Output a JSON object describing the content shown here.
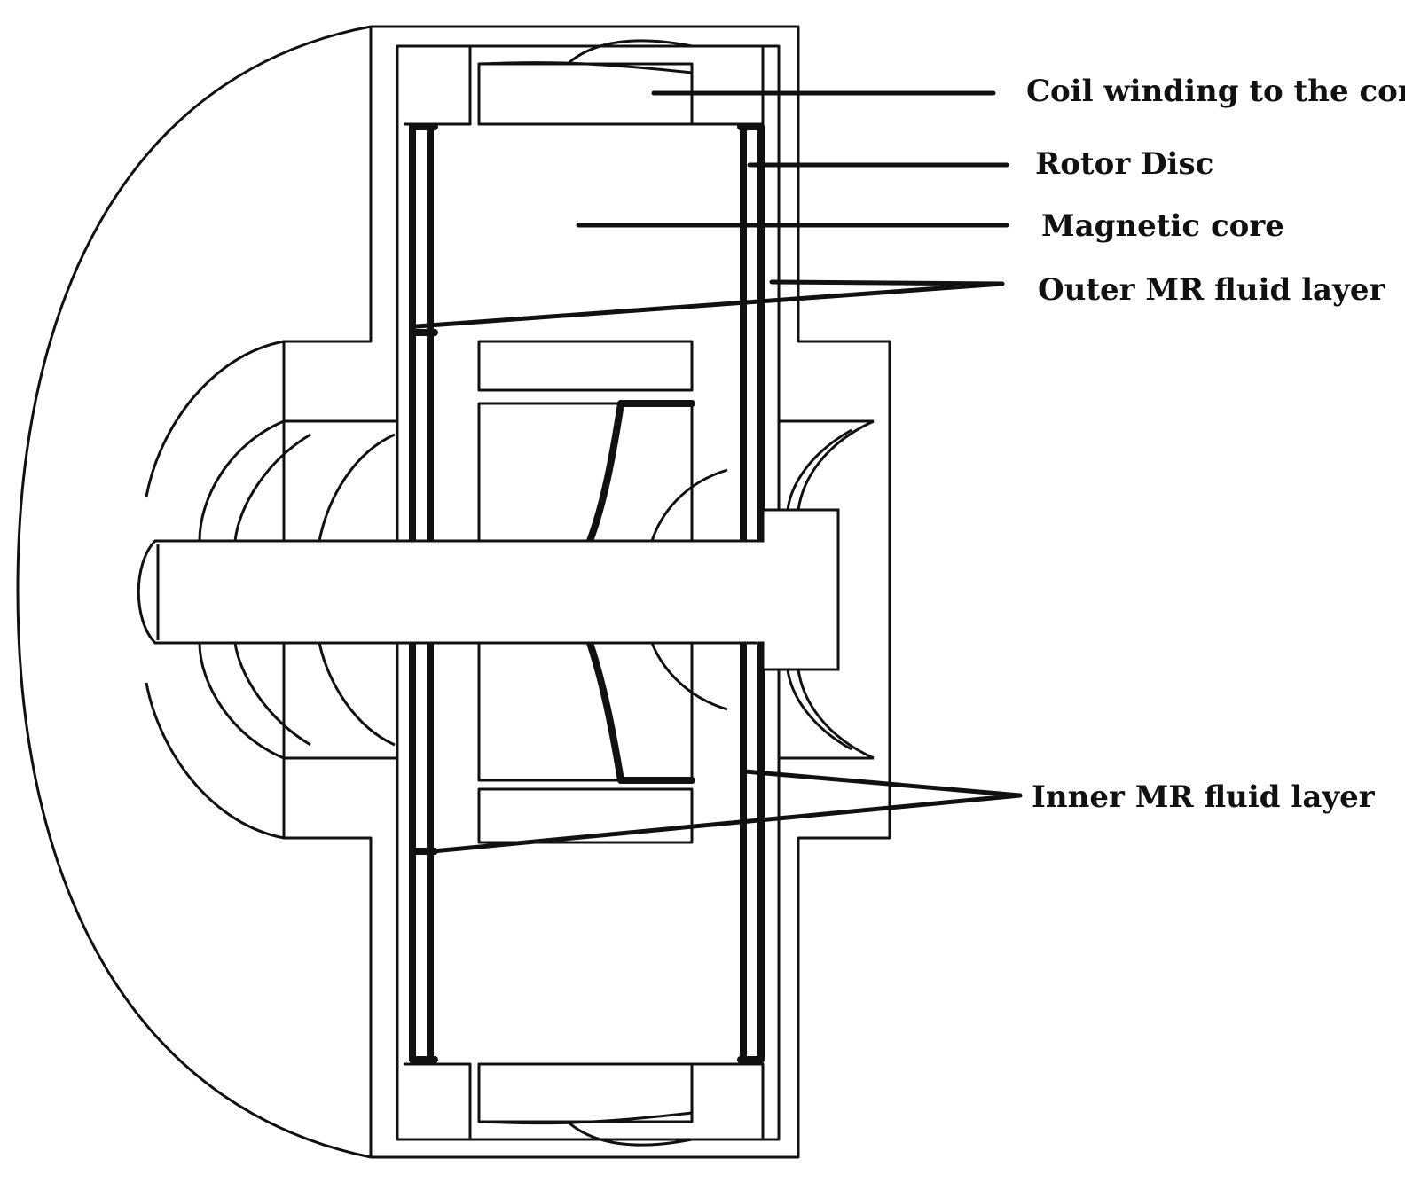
{
  "diagram": {
    "labels": {
      "coil": "Coil winding to the core",
      "rotor": "Rotor Disc",
      "core": "Magnetic core",
      "outer": "Outer MR fluid layer",
      "inner": "Inner MR fluid layer"
    },
    "line_color": "#111111",
    "background": "#ffffff"
  }
}
